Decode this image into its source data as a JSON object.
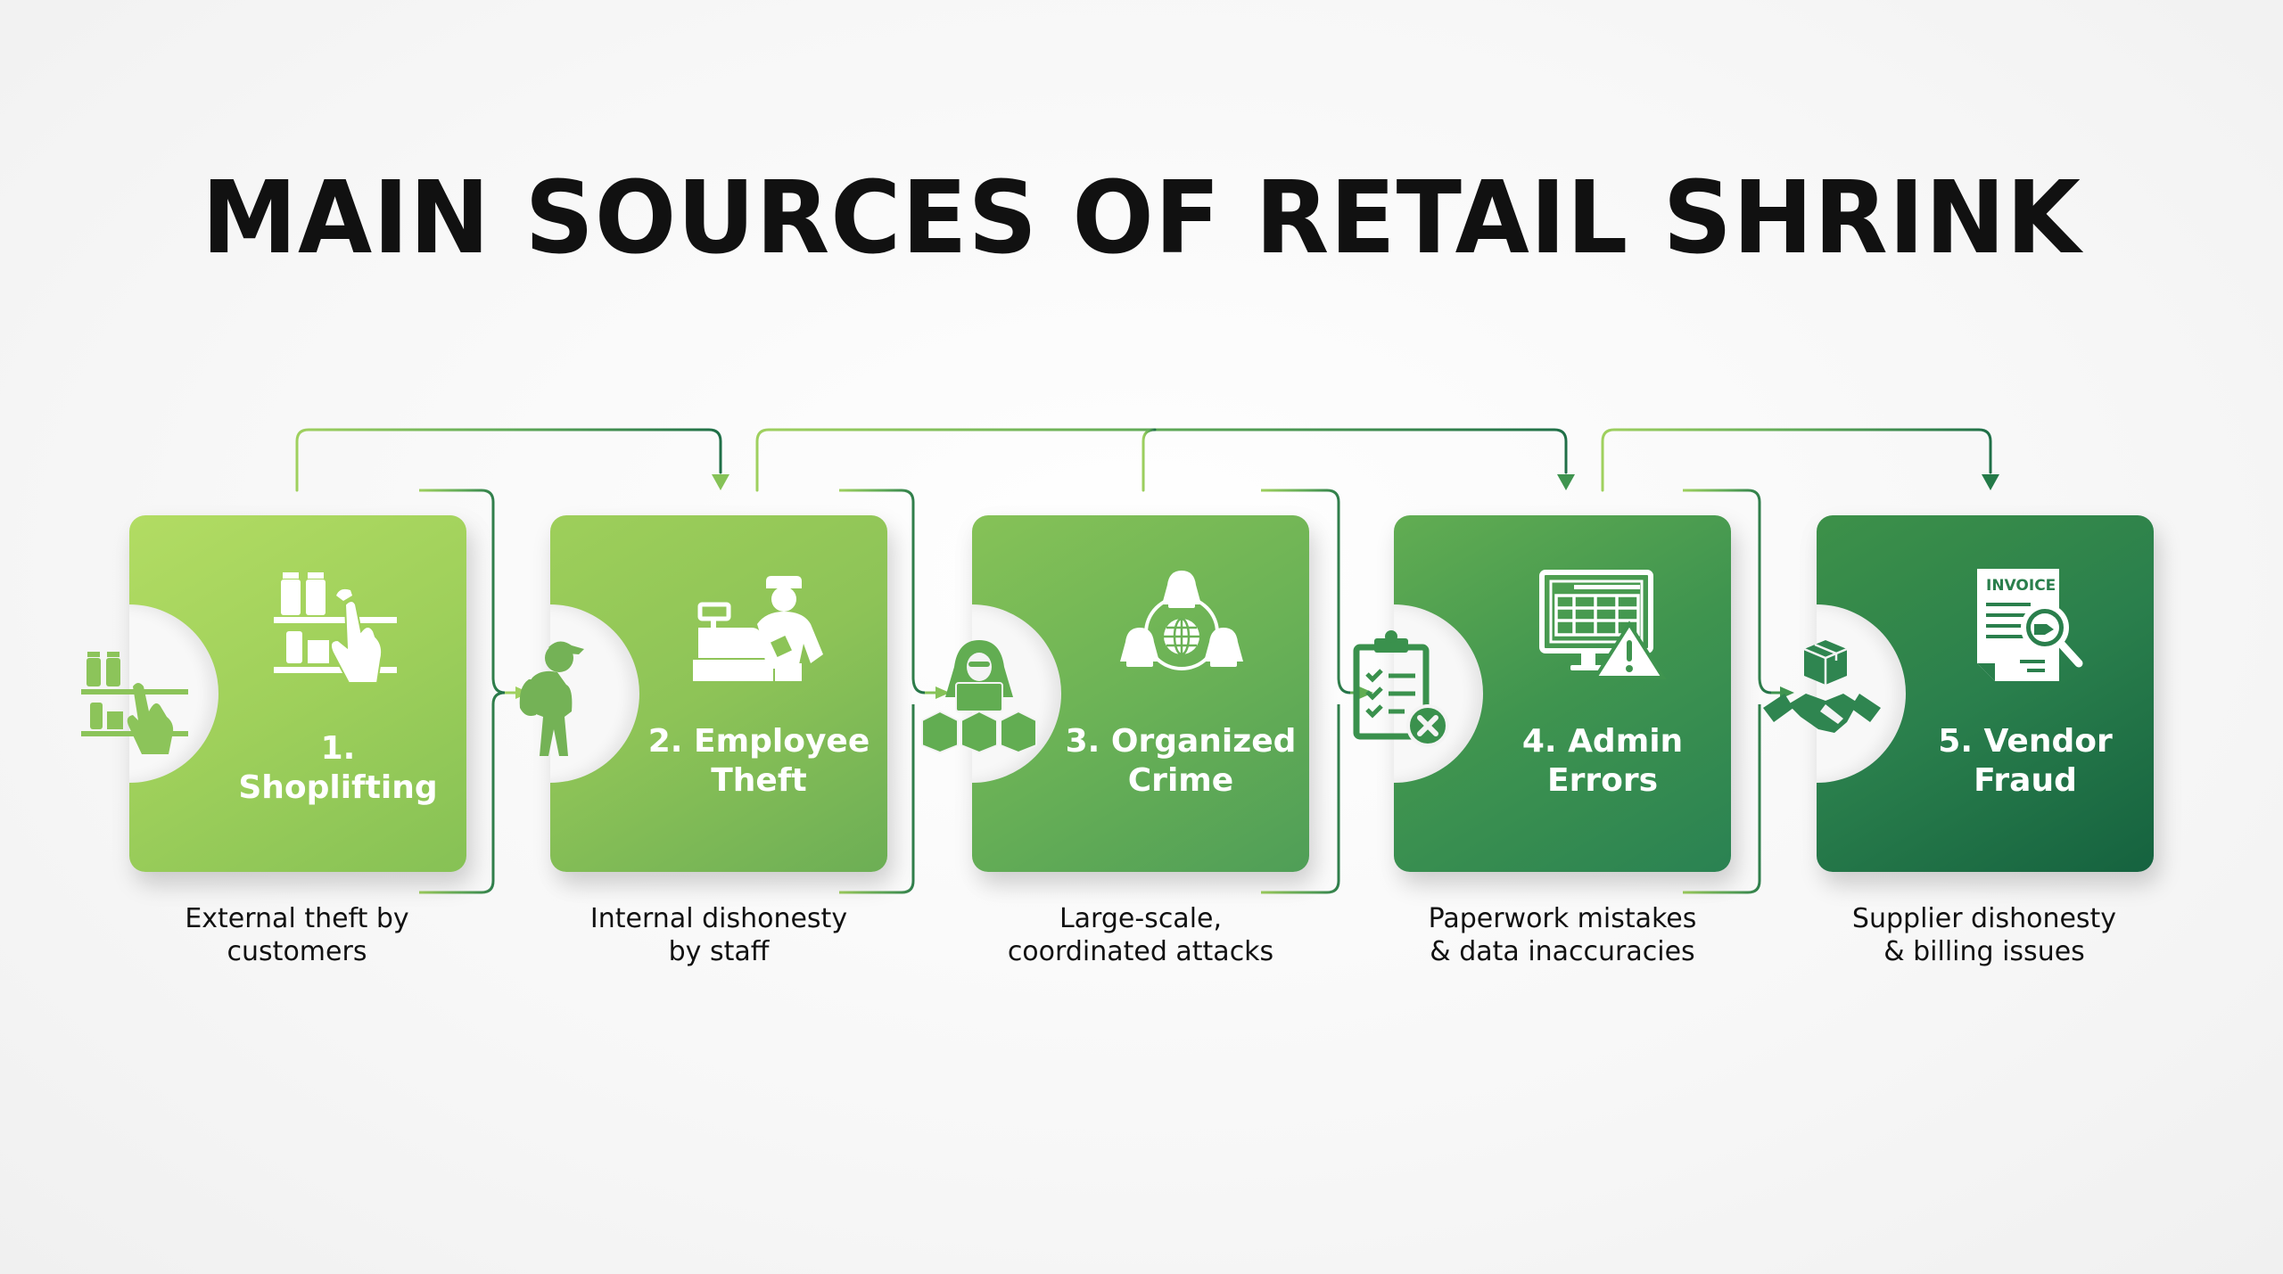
{
  "title": "MAIN SOURCES OF RETAIL SHRINK",
  "colors": {
    "card_1": "#a6d55e",
    "card_2": "#8ec558",
    "card_3": "#6bb256",
    "card_4": "#3f944f",
    "card_5": "#247a48",
    "connector_light": "#8cc45a",
    "connector_dark": "#2e7d4f",
    "background": "#f8f8f8"
  },
  "steps": [
    {
      "number": "1",
      "label": "1. Shoplifting",
      "caption_line1": "External theft by",
      "caption_line2": "customers",
      "main_icon": "shelf-hand-icon",
      "side_icon": "shelf-hand-icon"
    },
    {
      "number": "2",
      "label_line1": "2. Employee",
      "label_line2": "Theft",
      "caption_line1": "Internal dishonesty",
      "caption_line2": "by staff",
      "main_icon": "cashier-register-icon",
      "side_icon": "person-backpack-icon"
    },
    {
      "number": "3",
      "label_line1": "3. Organized",
      "label_line2": "Crime",
      "caption_line1": "Large-scale,",
      "caption_line2": "coordinated attacks",
      "main_icon": "hacker-network-globe-icon",
      "side_icon": "hacker-boxes-icon"
    },
    {
      "number": "4",
      "label_line1": "4. Admin",
      "label_line2": "Errors",
      "caption_line1": "Paperwork mistakes",
      "caption_line2": "& data inaccuracies",
      "main_icon": "monitor-spreadsheet-warning-icon",
      "side_icon": "clipboard-checklist-error-icon"
    },
    {
      "number": "5",
      "label_line1": "5. Vendor",
      "label_line2": "Fraud",
      "caption_line1": "Supplier dishonesty",
      "caption_line2": "& billing issues",
      "main_icon": "invoice-magnifier-icon",
      "main_icon_text": "INVOICE",
      "side_icon": "handshake-box-icon"
    }
  ]
}
